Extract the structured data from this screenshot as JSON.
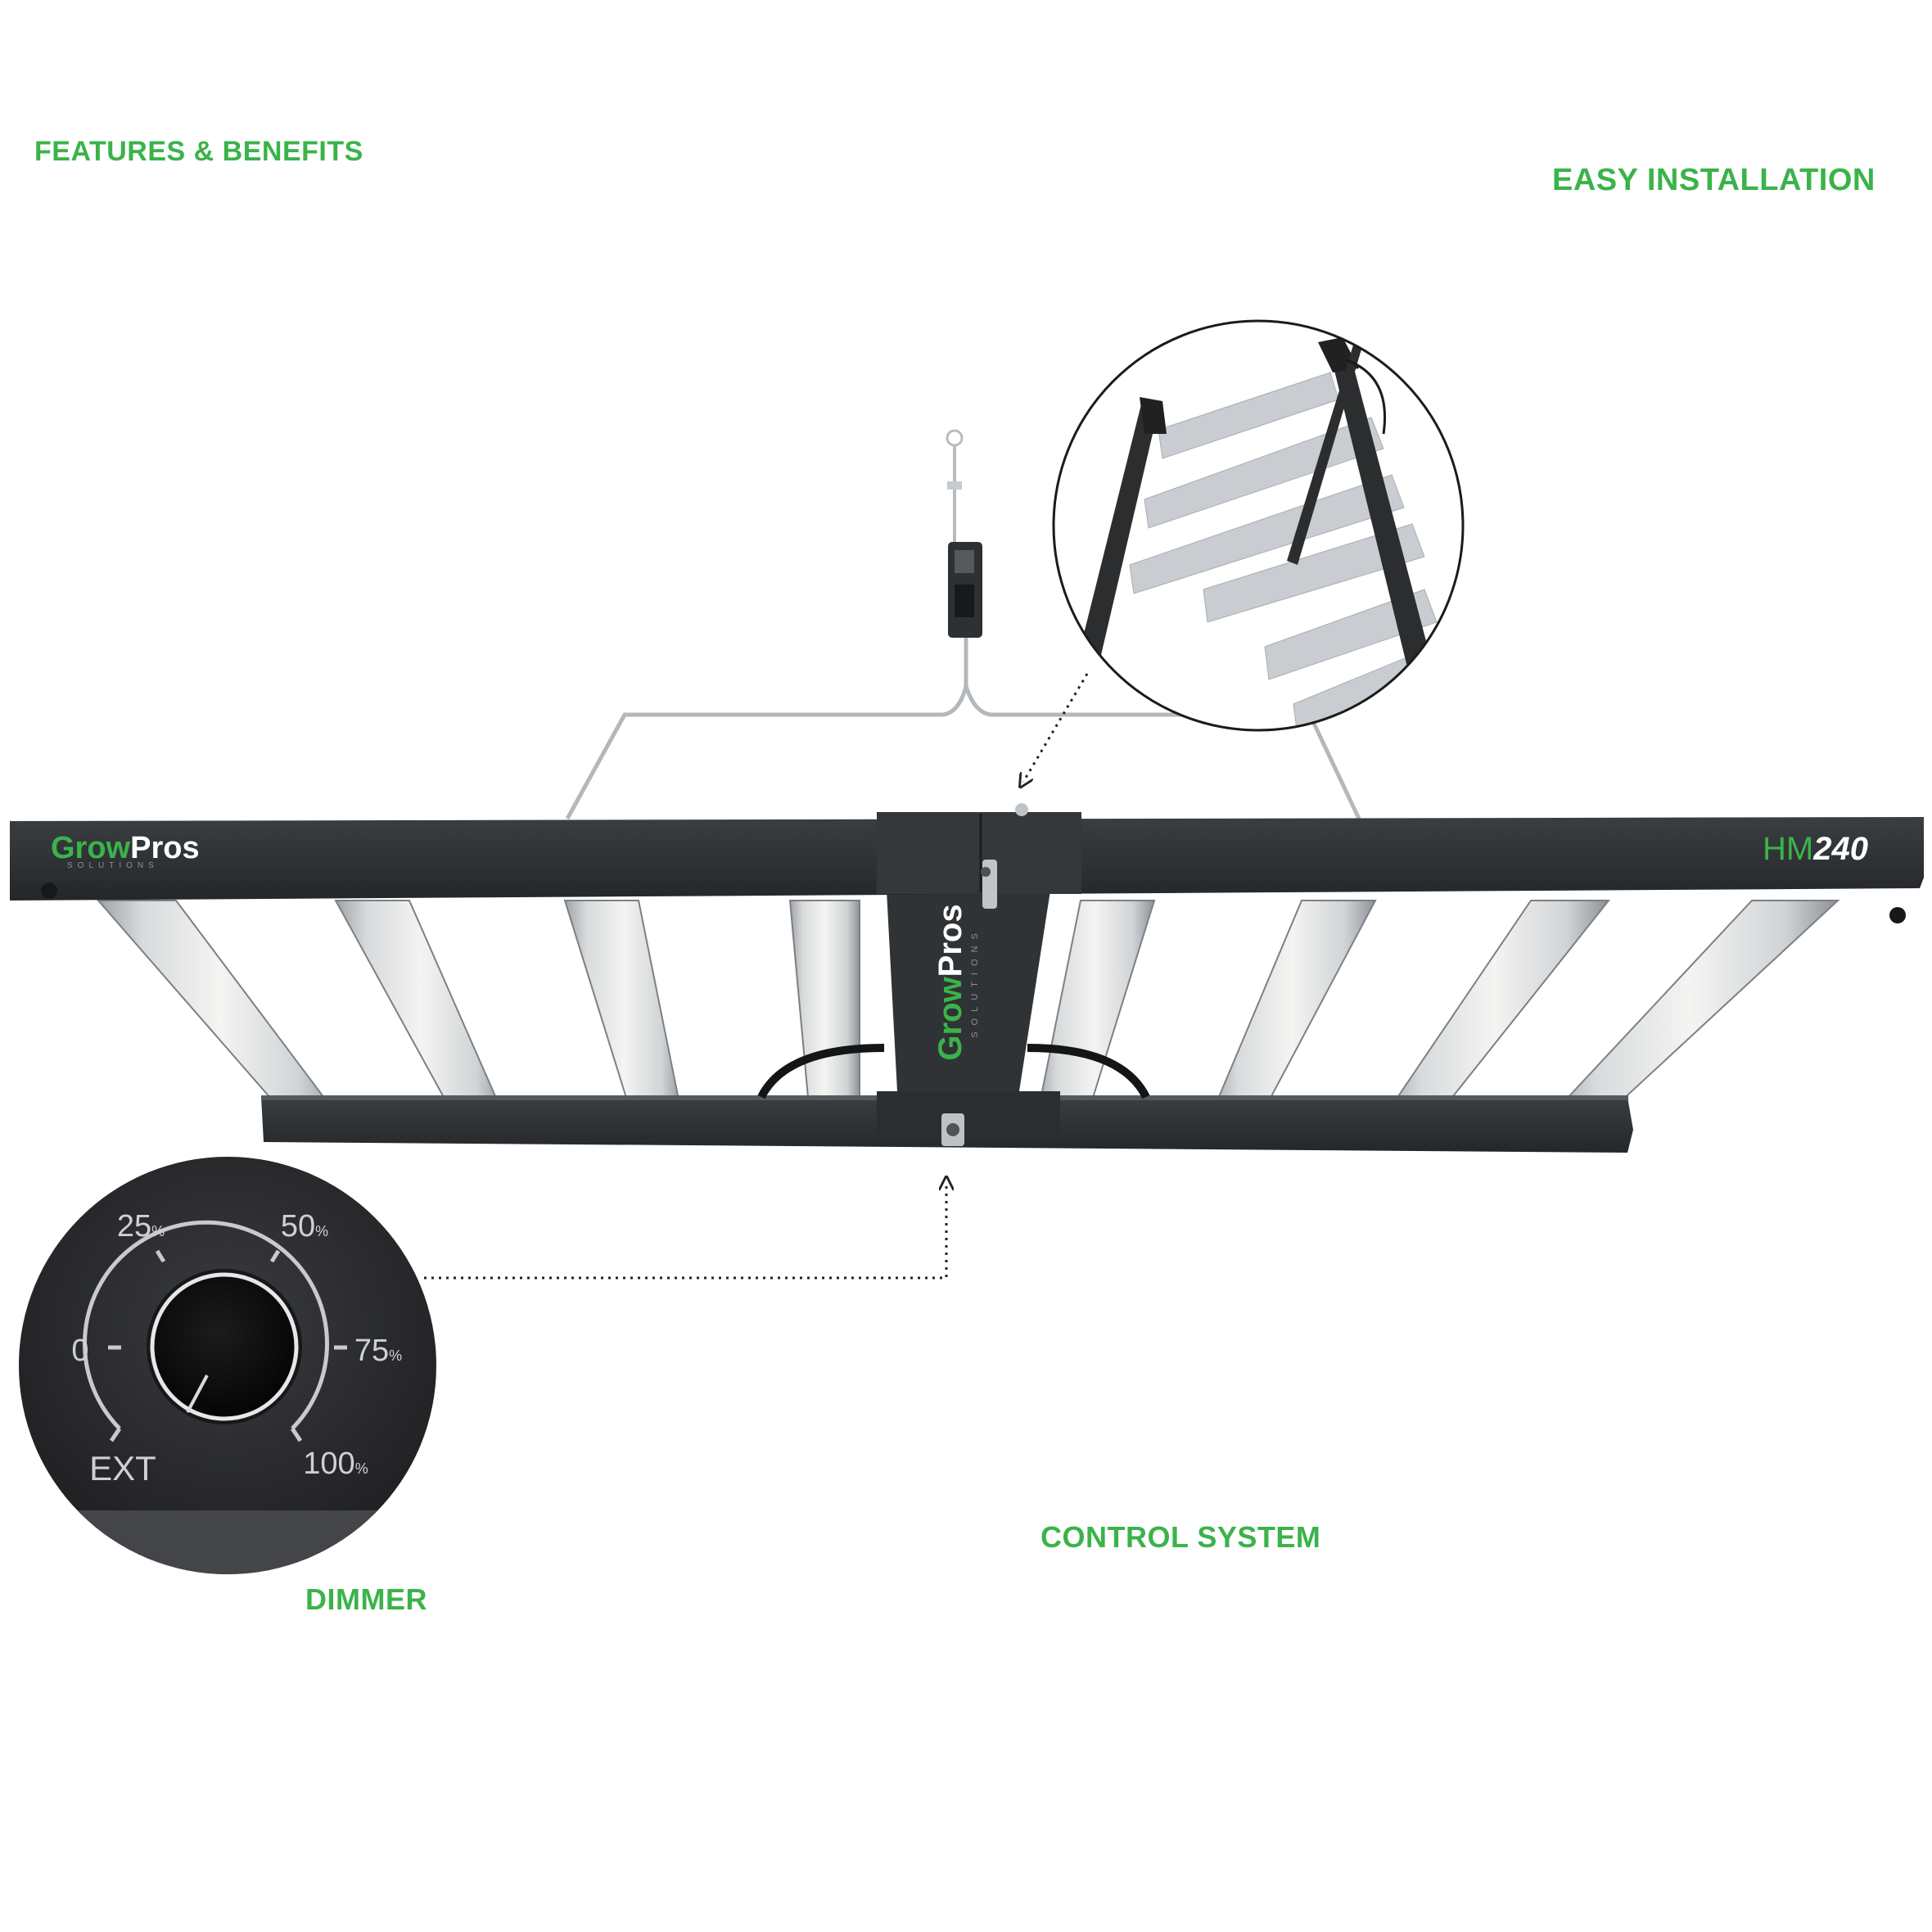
{
  "colors": {
    "accent_green": "#3bb34a",
    "frame_dark": "#2d3032",
    "led_bar": "#e4e6e8",
    "dimmer_face": "#2a2b2d"
  },
  "headings": {
    "features": "FEATURES & BENEFITS",
    "installation": "EASY INSTALLATION",
    "control": "CONTROL SYSTEM",
    "dimmer": "DIMMER"
  },
  "product": {
    "brand_left": "Grow",
    "brand_right": "Pros",
    "brand_sub": "SOLUTIONS",
    "model_prefix": "HM",
    "model_number": "240"
  },
  "dimmer": {
    "labels": {
      "zero": "0",
      "p25": "25",
      "p50": "50",
      "p75": "75",
      "p100": "100",
      "ext": "EXT",
      "unit": "%"
    }
  }
}
